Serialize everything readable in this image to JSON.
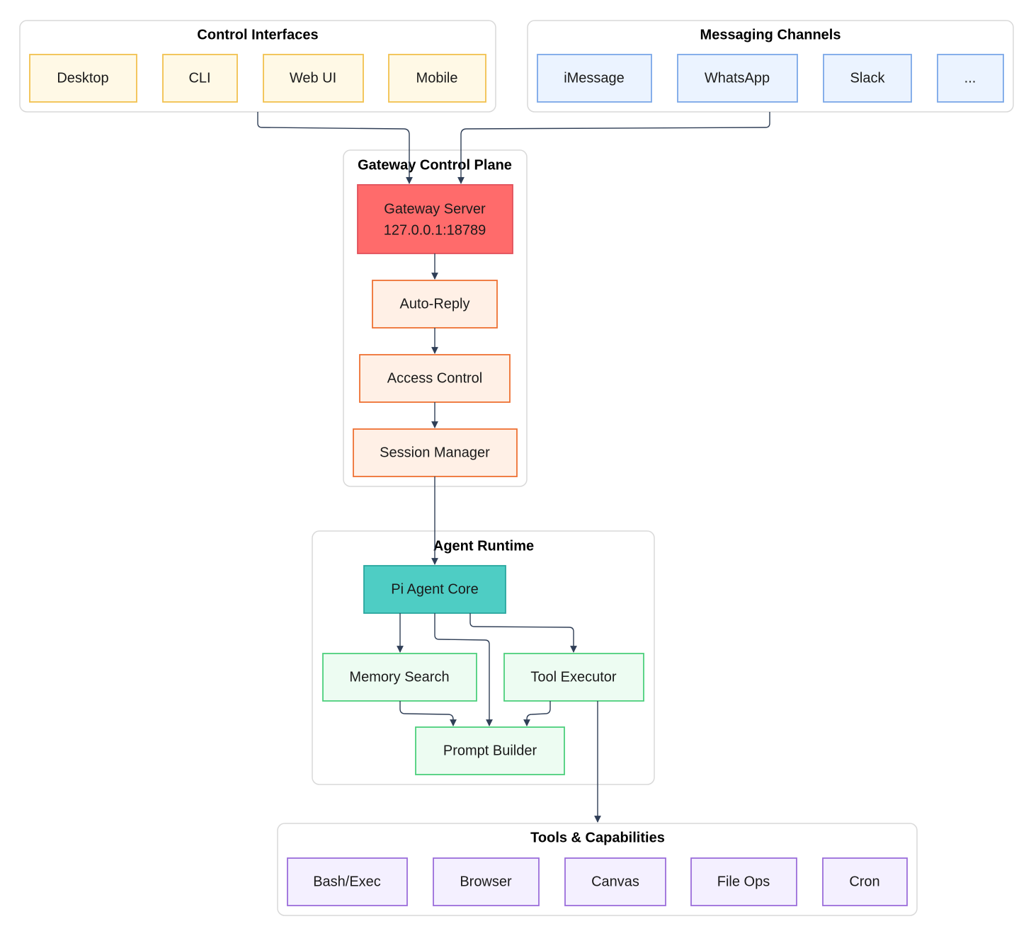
{
  "clusters": {
    "control": {
      "title": "Control Interfaces"
    },
    "messaging": {
      "title": "Messaging Channels"
    },
    "gateway": {
      "title": "Gateway Control Plane"
    },
    "runtime": {
      "title": "Agent Runtime"
    },
    "tools": {
      "title": "Tools & Capabilities"
    }
  },
  "nodes": {
    "desktop": "Desktop",
    "cli": "CLI",
    "webui": "Web UI",
    "mobile": "Mobile",
    "imessage": "iMessage",
    "whatsapp": "WhatsApp",
    "slack": "Slack",
    "more": "...",
    "gateway_server": {
      "line1": "Gateway Server",
      "line2": "127.0.0.1:18789"
    },
    "auto_reply": "Auto-Reply",
    "access_control": "Access Control",
    "session_manager": "Session Manager",
    "pi_agent_core": "Pi Agent Core",
    "memory_search": "Memory Search",
    "tool_executor": "Tool Executor",
    "prompt_builder": "Prompt Builder",
    "bash_exec": "Bash/Exec",
    "browser": "Browser",
    "canvas": "Canvas",
    "file_ops": "File Ops",
    "cron": "Cron"
  },
  "colors": {
    "control_fill": "#fff9e6",
    "control_stroke": "#f2c14e",
    "messaging_fill": "#ebf3ff",
    "messaging_stroke": "#7aa7e8",
    "gateway_server_fill": "#ff6b6b",
    "gateway_server_stroke": "#e2505a",
    "gateway_fill": "#fff0e6",
    "gateway_stroke": "#ee7133",
    "core_fill": "#4ecdc4",
    "core_stroke": "#2aa79e",
    "runtime_fill": "#edfcf2",
    "runtime_stroke": "#4ccf7c",
    "tools_fill": "#f4f0ff",
    "tools_stroke": "#9b6ddb",
    "edge": "#2f3e56"
  },
  "edges": [
    [
      "Control Interfaces",
      "Gateway Server"
    ],
    [
      "Messaging Channels",
      "Gateway Server"
    ],
    [
      "Gateway Server",
      "Auto-Reply"
    ],
    [
      "Auto-Reply",
      "Access Control"
    ],
    [
      "Access Control",
      "Session Manager"
    ],
    [
      "Session Manager",
      "Pi Agent Core"
    ],
    [
      "Pi Agent Core",
      "Memory Search"
    ],
    [
      "Pi Agent Core",
      "Prompt Builder"
    ],
    [
      "Pi Agent Core",
      "Tool Executor"
    ],
    [
      "Memory Search",
      "Prompt Builder"
    ],
    [
      "Tool Executor",
      "Prompt Builder"
    ],
    [
      "Tool Executor",
      "Tools & Capabilities"
    ]
  ]
}
